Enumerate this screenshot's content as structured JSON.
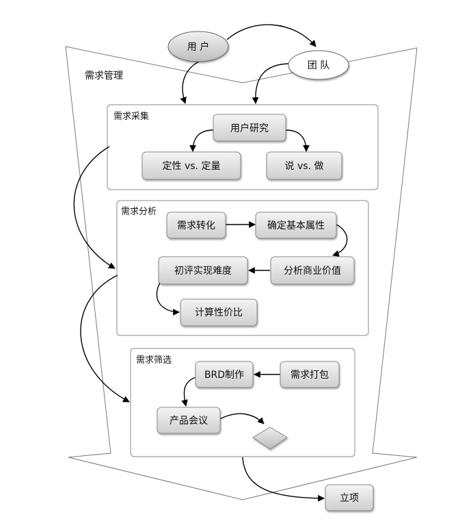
{
  "funnel": {
    "title": "需求管理"
  },
  "ellipses": {
    "user": "用 户",
    "team": "团 队"
  },
  "sections": {
    "collect": {
      "title": "需求采集"
    },
    "analyze": {
      "title": "需求分析"
    },
    "filter": {
      "title": "需求筛选"
    }
  },
  "nodes": {
    "user_research": "用户研究",
    "qual_quant": "定性 vs. 定量",
    "say_do": "说 vs. 做",
    "req_transform": "需求转化",
    "determine_attrs": "确定基本属性",
    "initial_eval": "初评实现难度",
    "business_value": "分析商业价值",
    "cost_perf": "计算性价比",
    "brd": "BRD制作",
    "req_package": "需求打包",
    "product_meeting": "产品会议",
    "project_init": "立项"
  }
}
